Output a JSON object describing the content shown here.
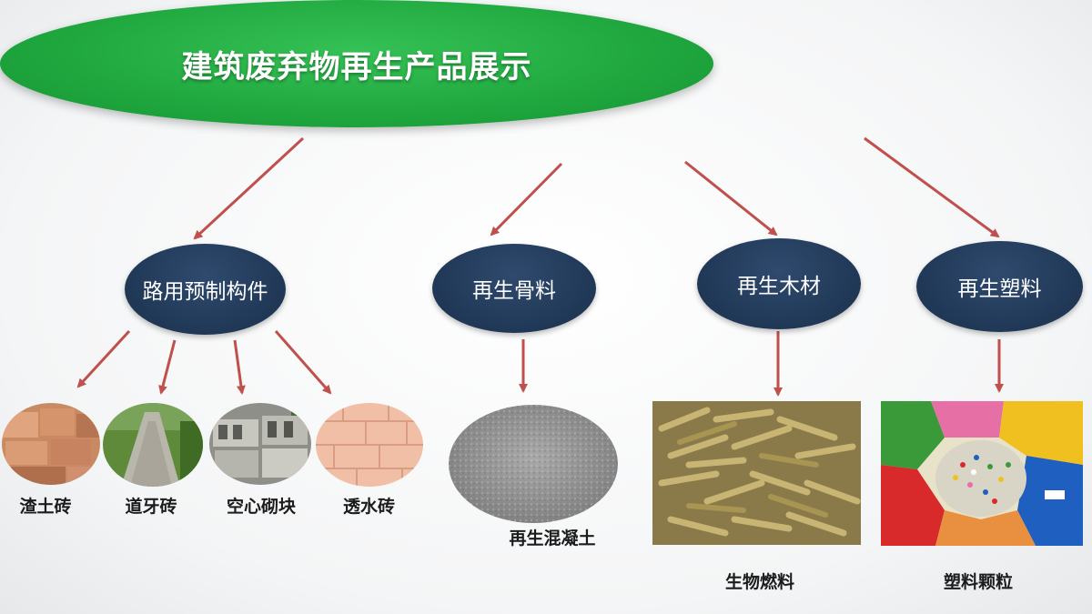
{
  "title": "建筑废弃物再生产品展示",
  "categories": [
    {
      "label": "路用预制构件"
    },
    {
      "label": "再生骨料"
    },
    {
      "label": "再生木材"
    },
    {
      "label": "再生塑料"
    }
  ],
  "products": [
    {
      "label": "渣土砖",
      "image": "clay-bricks-photo"
    },
    {
      "label": "道牙砖",
      "image": "curb-path-photo"
    },
    {
      "label": "空心砌块",
      "image": "hollow-blocks-photo"
    },
    {
      "label": "透水砖",
      "image": "permeable-bricks-photo"
    },
    {
      "label": "再生混凝土",
      "image": "recycled-concrete-photo"
    },
    {
      "label": "生物燃料",
      "image": "wood-pellets-photo"
    },
    {
      "label": "塑料颗粒",
      "image": "plastic-granules-photo"
    }
  ],
  "colors": {
    "title_fill": "#1fa73e",
    "category_fill": "#203856",
    "arrow": "#c0504d",
    "label_text": "#1c1c1c"
  }
}
